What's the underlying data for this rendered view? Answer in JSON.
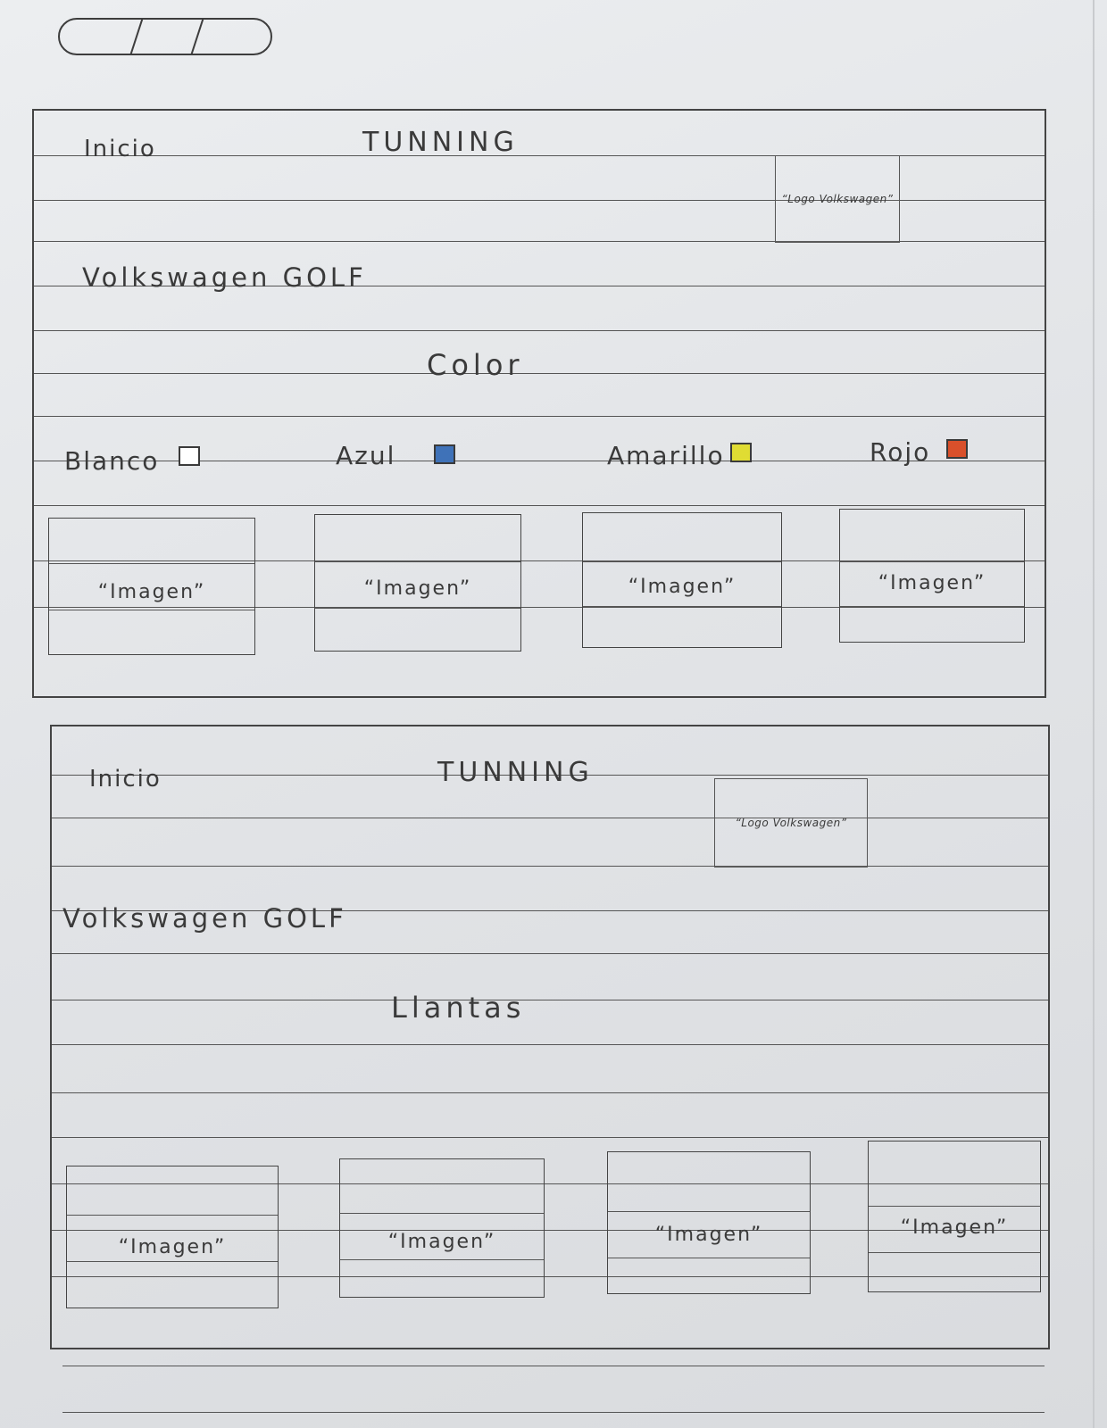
{
  "header_pill": {
    "segments": 3
  },
  "frames": [
    {
      "nav_link": "Inicio",
      "title": "TUNNING",
      "logo": "“Logo Volkswagen”",
      "model": "Volkswagen GOLF",
      "section_title": "Color",
      "color_options": [
        {
          "label": "Blanco",
          "swatch": "#ffffff"
        },
        {
          "label": "Azul",
          "swatch": "#3f72b8"
        },
        {
          "label": "Amarillo",
          "swatch": "#e0dc33"
        },
        {
          "label": "Rojo",
          "swatch": "#d9502b"
        }
      ],
      "images": [
        "“Imagen”",
        "“Imagen”",
        "“Imagen”",
        "“Imagen”"
      ]
    },
    {
      "nav_link": "Inicio",
      "title": "TUNNING",
      "logo": "“Logo Volkswagen”",
      "model": "Volkswagen GOLF",
      "section_title": "Llantas",
      "images": [
        "“Imagen”",
        "“Imagen”",
        "“Imagen”",
        "“Imagen”"
      ]
    }
  ]
}
